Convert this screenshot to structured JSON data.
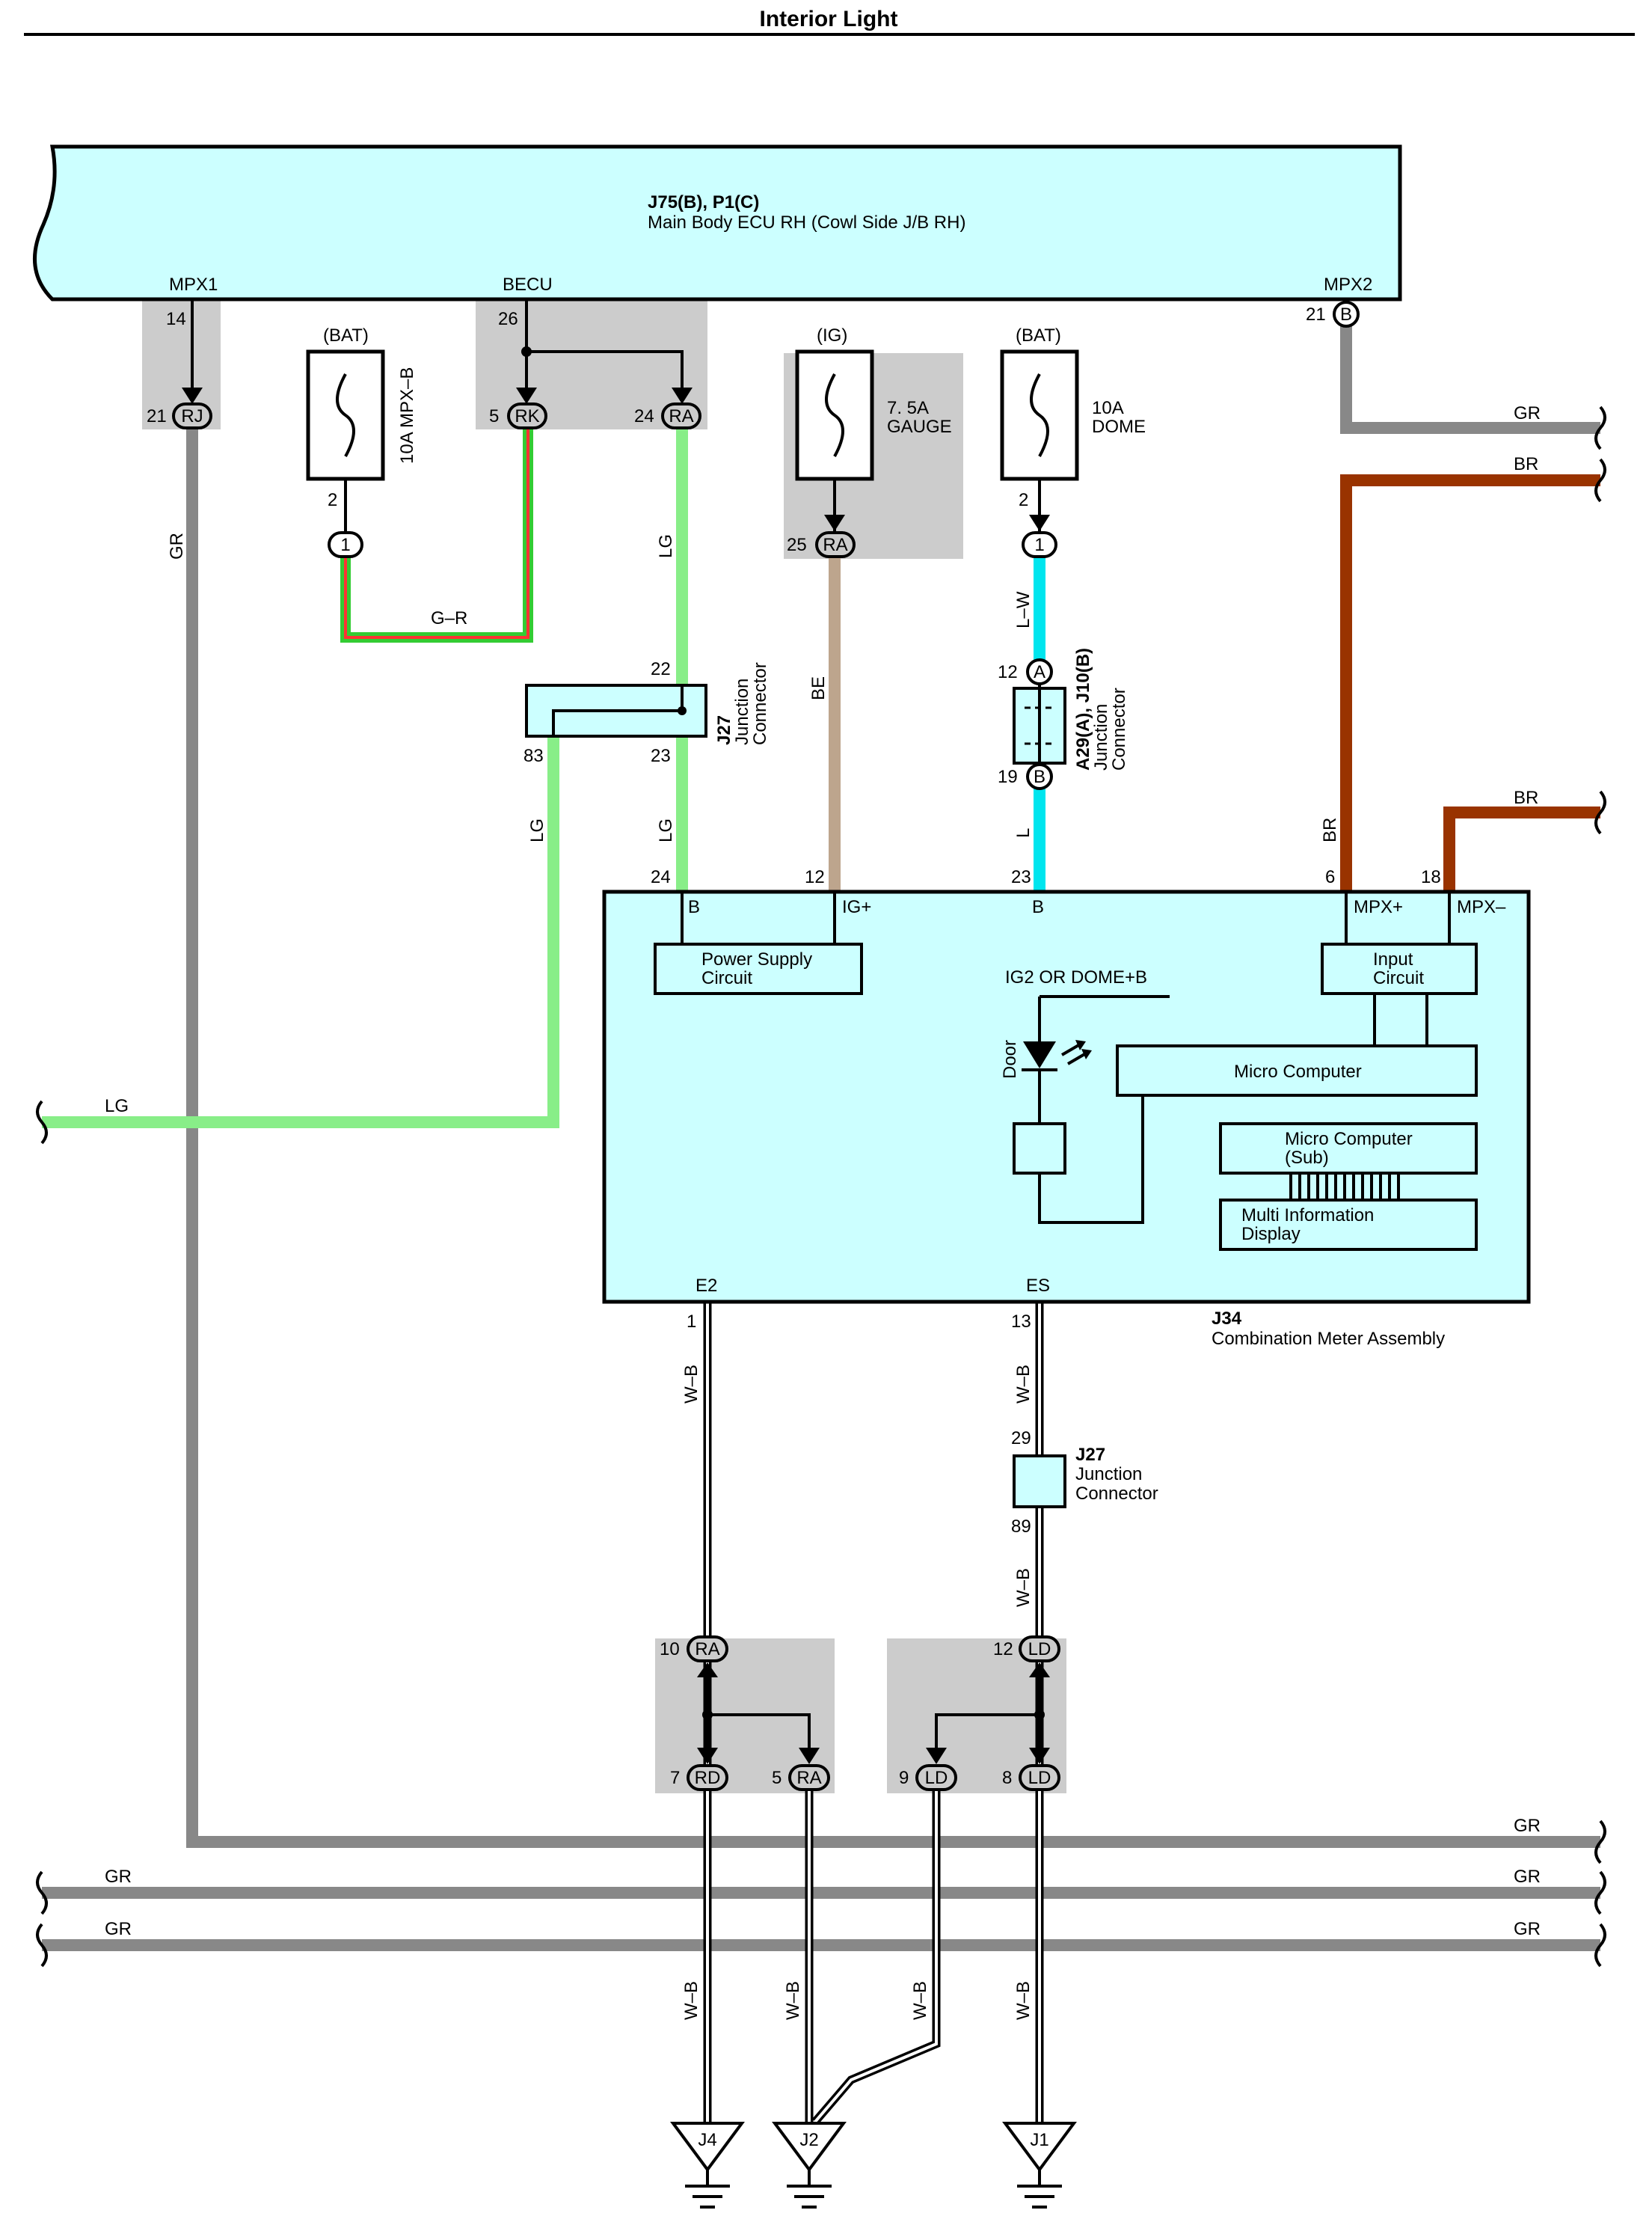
{
  "title": "Interior Light",
  "colors": {
    "panel": "#ccffff",
    "shade": "#cccccc",
    "GR": "#888888",
    "LG": "#88ee88",
    "BE": "#bda58d",
    "L": "#00e5ee",
    "BR": "#993300",
    "G": "#33cc33",
    "R": "#ff3333",
    "W-B": "#000000"
  },
  "ecu": {
    "id": "J75(B), P1(C)",
    "name": "Main Body ECU RH (Cowl Side J/B RH)",
    "mpx1": "MPX1",
    "becu": "BECU",
    "mpx2": "MPX2"
  },
  "fuses": {
    "mpxb_supply": "(BAT)",
    "mpxb_label": "10A MPX–B",
    "gauge_supply": "(IG)",
    "gauge_amp": "7. 5A",
    "gauge_name": "GAUGE",
    "dome_supply": "(BAT)",
    "dome_amp": "10A",
    "dome_name": "DOME"
  },
  "connectors": {
    "j27_top_id": "J27",
    "j27_top_name1": "Junction",
    "j27_top_name2": "Connector",
    "a29_id": "A29(A), J10(B)",
    "a29_name1": "Junction",
    "a29_name2": "Connector",
    "j27_bot_id": "J27",
    "j27_bot_name1": "Junction",
    "j27_bot_name2": "Connector",
    "pin_a": "A",
    "pin_b": "B"
  },
  "meter": {
    "id": "J34",
    "name": "Combination Meter Assembly",
    "b1": "B",
    "igp": "IG+",
    "b2": "B",
    "mpxp": "MPX+",
    "mpxm": "MPX–",
    "power1": "Power Supply",
    "power2": "Circuit",
    "input1": "Input",
    "input2": "Circuit",
    "ig2": "IG2 OR DOME+B",
    "door": "Door",
    "micro": "Micro Computer",
    "sub1": "Micro Computer",
    "sub2": "(Sub)",
    "mid1": "Multi Information",
    "mid2": "Display",
    "e2": "E2",
    "es": "ES"
  },
  "pins": {
    "p14": "14",
    "p21a": "21",
    "rj": "RJ",
    "p26": "26",
    "p5": "5",
    "rk": "RK",
    "p24a": "24",
    "ra_a": "RA",
    "p21b": "21",
    "b_mpx2": "B",
    "p2a": "2",
    "one_a": "1",
    "p25": "25",
    "ra_b": "RA",
    "p2b": "2",
    "one_b": "1",
    "p22": "22",
    "p83": "83",
    "p23a": "23",
    "p12a": "12",
    "p19": "19",
    "p24b": "24",
    "p12b": "12",
    "p23b": "23",
    "p6": "6",
    "p18": "18",
    "p1": "1",
    "p13": "13",
    "p29": "29",
    "p89": "89",
    "p10": "10",
    "ra_c": "RA",
    "p12c": "12",
    "ld_a": "LD",
    "p7": "7",
    "rd": "RD",
    "p5b": "5",
    "ra_d": "RA",
    "p9": "9",
    "ld_b": "LD",
    "p8": "8",
    "ld_c": "LD"
  },
  "wires": {
    "gr_mpx1": "GR",
    "gr_top": "GR",
    "br_top": "BR",
    "br_mid": "BR",
    "br_v": "BR",
    "gr_r": "G–R",
    "lg1": "LG",
    "lg2": "LG",
    "lg3": "LG",
    "lg_left": "LG",
    "be": "BE",
    "lw": "L–W",
    "l": "L",
    "wb1": "W–B",
    "wb2": "W–B",
    "wb3": "W–B",
    "wb4": "W–B",
    "wb5": "W–B",
    "wb6": "W–B",
    "wb7": "W–B",
    "gr_b1r": "GR",
    "gr_b2l": "GR",
    "gr_b2r": "GR",
    "gr_b3l": "GR",
    "gr_b3r": "GR"
  },
  "grounds": {
    "j4": "J4",
    "j2": "J2",
    "j1": "J1"
  }
}
